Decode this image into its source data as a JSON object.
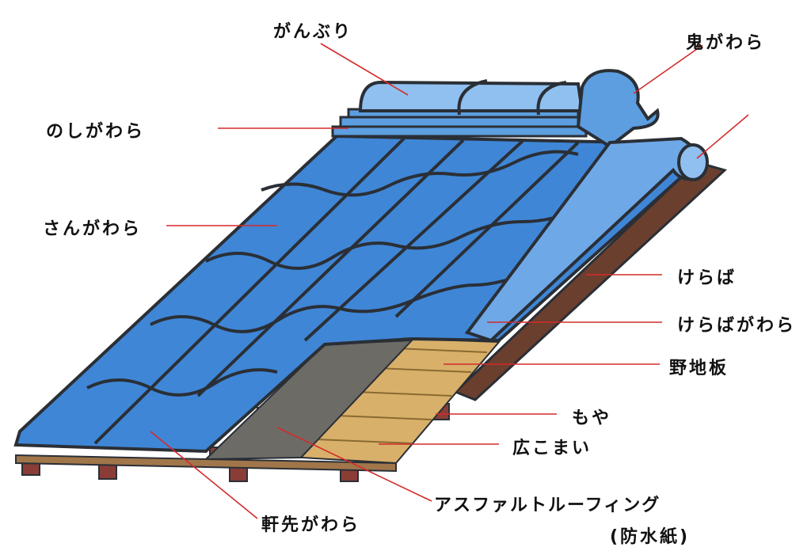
{
  "title": "瓦屋根の構造",
  "labels": {
    "ganburi": "がんぶり",
    "onigawara": "鬼がわら",
    "noshigawara": "のしがわら",
    "sangawara": "さんがわら",
    "keraba": "けらば",
    "kerabagawara": "けらばがわら",
    "nojiita": "野地板",
    "moya": "もや",
    "hirokomai": "広こまい",
    "asphalt": "アスファルトルーフィング",
    "asphalt_note": "(防水紙)",
    "nokisakigawara": "軒先がわら"
  },
  "colors": {
    "tile": "#3f86d6",
    "tile_light": "#8fc0f0",
    "outline": "#2a2f36",
    "leader": "#d42a2a",
    "roofing": "#6d6b66",
    "board": "#d8b06a",
    "wood": "#6b3f2e"
  }
}
